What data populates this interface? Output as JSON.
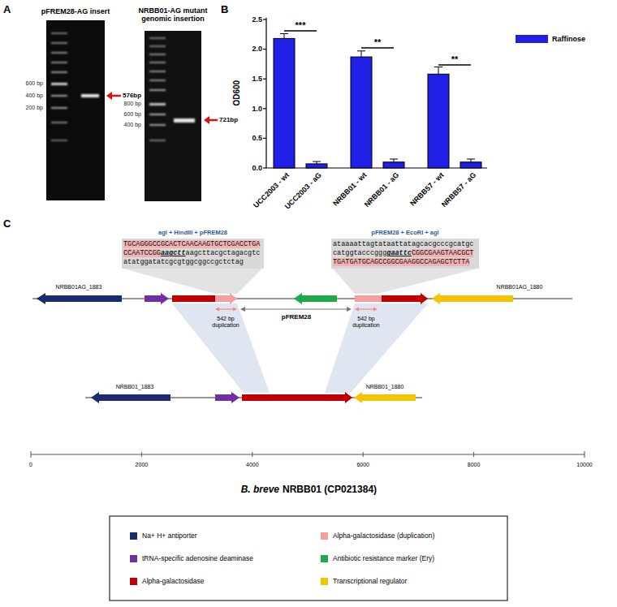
{
  "diagram": {
    "nodes": [
      {
        "text": [
          "agl + HindIII + pFREM28",
          "TGCAGGGCCGCACTCAACAAGTGCTCGACCTGACCAATCCGG",
          "aagctt",
          "aagcttacgctagacgtcatatggatatcgcgtggcggccgctctag"
        ]
      },
      {
        "text": [
          "pFREM28 + EcoRI + agl",
          "ataaaattagtataattatagcacgcccgcatgccatggtacccggg",
          "gaattc",
          "CGGCGAAGTAACGCTTGATGATGCAGCCGGCGAAGGCCAGAGCTCTTA"
        ]
      }
    ],
    "labels": [
      "A",
      "pFREM28-AG insert",
      "NRBB01-AG mutant genomic insertion",
      "600 bp",
      "400 bp",
      "200 bp",
      "576bp",
      "800 bp",
      "600 bp",
      "400 bp",
      "721bp",
      "B",
      "OD600",
      "2.5",
      "2.0",
      "1.5",
      "1.0",
      "0.5",
      "0.0",
      "UCC2003 - wt",
      "UCC2003 - aG",
      "NRBB01 - wt",
      "NRBB01 - aG",
      "NRBB57 - wt",
      "NRBB57 - aG",
      "***",
      "**",
      "**",
      "C",
      "NRBB01AG_1883",
      "NRBB01AG_1880",
      "542 bp duplication",
      "pFREM28",
      "542 bp duplication",
      "NRBB01_1883",
      "NRBB01_1880",
      "0",
      "2000",
      "4000",
      "6000",
      "8000",
      "10000",
      "B. breve",
      "NRBB01 (CP021384)"
    ],
    "legend": [
      {
        "text": "Raffinose",
        "color": "#1f1fe6"
      },
      {
        "text": "Na+ H+ antiporter",
        "color": "#1c2a6e"
      },
      {
        "text": "tRNA-specific adenosine deaminase",
        "color": "#7030a0"
      },
      {
        "text": "Alpha-galactosidase",
        "color": "#c00000"
      },
      {
        "text": "Alpha-galactosidase (duplication)",
        "color": "#f4a0a0"
      },
      {
        "text": "Antibiotic resistance marker (Ery)",
        "color": "#21a84b"
      },
      {
        "text": "Transcriptional regulator",
        "color": "#f5c400"
      }
    ]
  }
}
